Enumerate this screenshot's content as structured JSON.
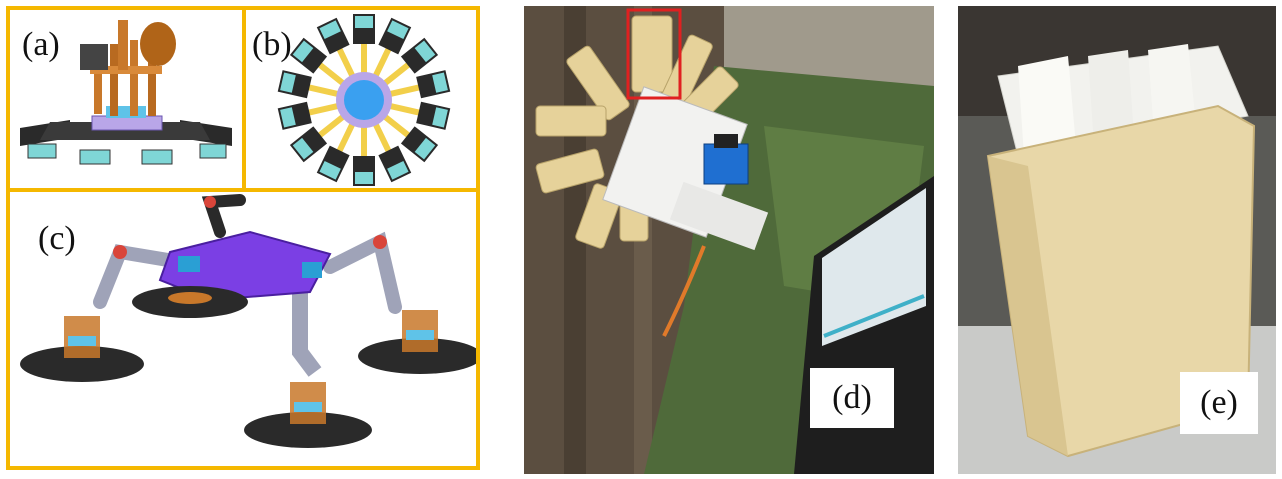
{
  "figure": {
    "panels": [
      {
        "id": "a",
        "label": "(a)"
      },
      {
        "id": "b",
        "label": "(b)"
      },
      {
        "id": "c",
        "label": "(c)"
      },
      {
        "id": "d",
        "label": "(d)"
      },
      {
        "id": "e",
        "label": "(e)"
      }
    ],
    "colors": {
      "frame": "#f5b800",
      "body_purple": "#7b3fe4",
      "gripper_orange": "#c8782a",
      "pad_dark": "#2a2a2a",
      "pad_cyan": "#7fd6d6",
      "hub_blue": "#3aa0f0",
      "spine_yellow": "#f2cf4a",
      "highlight_red": "#e02020"
    }
  }
}
